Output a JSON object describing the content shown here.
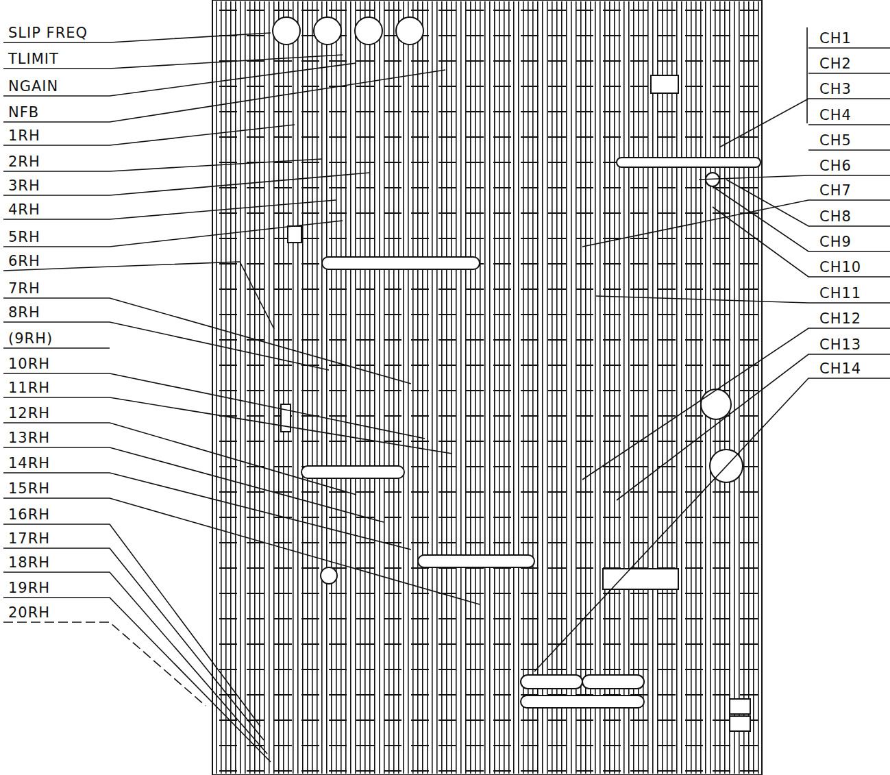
{
  "diagram": {
    "labels": [
      "SLIP FREQ",
      "TLIMIT",
      "NGAIN",
      "NFB",
      "1RH",
      "2RH",
      "3RH",
      "4RH",
      "5RH",
      "6RH",
      "7RH",
      "8RH",
      "(9RH)",
      "10RH",
      "11RH",
      "12RH",
      "13RH",
      "14RH",
      "15RH",
      "16RH",
      "17RH",
      "18RH",
      "19RH",
      "20RH",
      "CH1",
      "CH2",
      "CH3",
      "CH4",
      "CH5",
      "CH6",
      "CH7",
      "CH8",
      "CH9",
      "CH10",
      "CH11",
      "CH12",
      "CH13",
      "CH14"
    ]
  }
}
